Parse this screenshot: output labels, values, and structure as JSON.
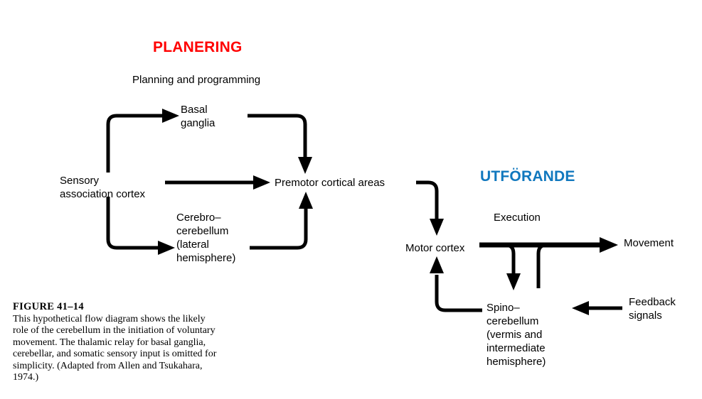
{
  "figure": {
    "title": "FIGURE  41–14",
    "caption": "This hypothetical flow diagram shows the likely role of the cerebellum in the initiation of voluntary movement. The thalamic relay for basal ganglia, cerebellar, and somatic sensory input is omitted for simplicity. (Adapted from Allen and Tsukahara, 1974.)"
  },
  "sections": {
    "planning": {
      "heading": "PLANERING",
      "heading_color": "#ff0000",
      "sub_caption": "Planning and programming"
    },
    "execution": {
      "heading": "UTFÖRANDE",
      "heading_color": "#1178be",
      "sub_caption": "Execution"
    }
  },
  "nodes": {
    "sensory": "Sensory\nassociation cortex",
    "basal_ganglia": "Basal\nganglia",
    "cerebro_cerebellum": "Cerebro–\ncerebellum\n(lateral\nhemisphere)",
    "premotor": "Premotor cortical areas",
    "motor_cortex": "Motor cortex",
    "spino_cerebellum": "Spino–\ncerebellum\n(vermis and\nintermediate\nhemisphere)",
    "movement": "Movement",
    "feedback": "Feedback\nsignals"
  },
  "edges": [
    {
      "name": "sensory-to-basal-ganglia",
      "from": "sensory",
      "to": "basal_ganglia"
    },
    {
      "name": "sensory-to-premotor",
      "from": "sensory",
      "to": "premotor"
    },
    {
      "name": "sensory-to-cerebro-cerebellum",
      "from": "sensory",
      "to": "cerebro_cerebellum"
    },
    {
      "name": "basal-ganglia-to-premotor",
      "from": "basal_ganglia",
      "to": "premotor"
    },
    {
      "name": "cerebro-cerebellum-to-premotor",
      "from": "cerebro_cerebellum",
      "to": "premotor"
    },
    {
      "name": "premotor-to-motor-cortex",
      "from": "premotor",
      "to": "motor_cortex"
    },
    {
      "name": "motor-cortex-to-movement",
      "from": "motor_cortex",
      "to": "movement"
    },
    {
      "name": "motor-output-to-spino-cerebellum",
      "from": "motor_cortex",
      "to": "spino_cerebellum"
    },
    {
      "name": "spino-cerebellum-to-motor-output",
      "from": "spino_cerebellum",
      "to": "movement"
    },
    {
      "name": "spino-cerebellum-to-motor-cortex",
      "from": "spino_cerebellum",
      "to": "motor_cortex"
    },
    {
      "name": "feedback-to-spino-cerebellum",
      "from": "feedback",
      "to": "spino_cerebellum"
    }
  ],
  "style": {
    "line_color": "#000000",
    "background": "#ffffff"
  }
}
